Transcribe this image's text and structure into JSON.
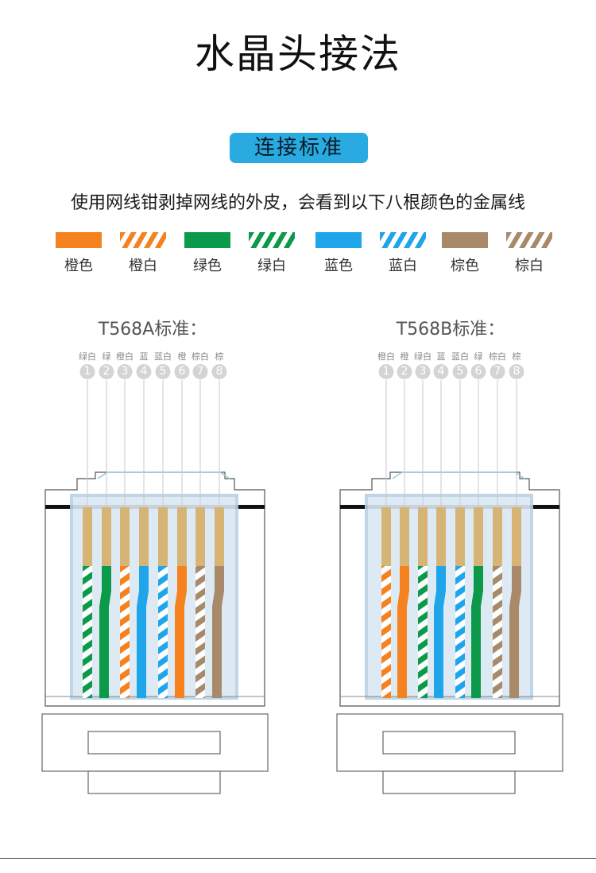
{
  "title": "水晶头接法",
  "badge": "连接标准",
  "description": "使用网线钳剥掉网线的外皮，会看到以下八根颜色的金属线",
  "colors": {
    "orange": "#f5821f",
    "green": "#0a9a4a",
    "blue": "#1ea5ea",
    "brown": "#a88a6a",
    "copper": "#d6b476",
    "badge": "#29abe2"
  },
  "legend": [
    {
      "label": "橙色",
      "color": "orange",
      "striped": false
    },
    {
      "label": "橙白",
      "color": "orange",
      "striped": true
    },
    {
      "label": "绿色",
      "color": "green",
      "striped": false
    },
    {
      "label": "绿白",
      "color": "green",
      "striped": true
    },
    {
      "label": "蓝色",
      "color": "blue",
      "striped": false
    },
    {
      "label": "蓝白",
      "color": "blue",
      "striped": true
    },
    {
      "label": "棕色",
      "color": "brown",
      "striped": false
    },
    {
      "label": "棕白",
      "color": "brown",
      "striped": true
    }
  ],
  "standards": [
    {
      "title": "T568A标准：",
      "pin_numbers": [
        "1",
        "2",
        "3",
        "4",
        "5",
        "6",
        "7",
        "8"
      ],
      "wires": [
        {
          "label": "绿白",
          "color": "green",
          "striped": true
        },
        {
          "label": "绿",
          "color": "green",
          "striped": false
        },
        {
          "label": "橙白",
          "color": "orange",
          "striped": true
        },
        {
          "label": "蓝",
          "color": "blue",
          "striped": false
        },
        {
          "label": "蓝白",
          "color": "blue",
          "striped": true
        },
        {
          "label": "橙",
          "color": "orange",
          "striped": false
        },
        {
          "label": "棕白",
          "color": "brown",
          "striped": true
        },
        {
          "label": "棕",
          "color": "brown",
          "striped": false
        }
      ]
    },
    {
      "title": "T568B标准：",
      "pin_numbers": [
        "1",
        "2",
        "3",
        "4",
        "5",
        "6",
        "7",
        "8"
      ],
      "wires": [
        {
          "label": "橙白",
          "color": "orange",
          "striped": true
        },
        {
          "label": "橙",
          "color": "orange",
          "striped": false
        },
        {
          "label": "绿白",
          "color": "green",
          "striped": true
        },
        {
          "label": "蓝",
          "color": "blue",
          "striped": false
        },
        {
          "label": "蓝白",
          "color": "blue",
          "striped": true
        },
        {
          "label": "绿",
          "color": "green",
          "striped": false
        },
        {
          "label": "棕白",
          "color": "brown",
          "striped": true
        },
        {
          "label": "棕",
          "color": "brown",
          "striped": false
        }
      ]
    }
  ]
}
